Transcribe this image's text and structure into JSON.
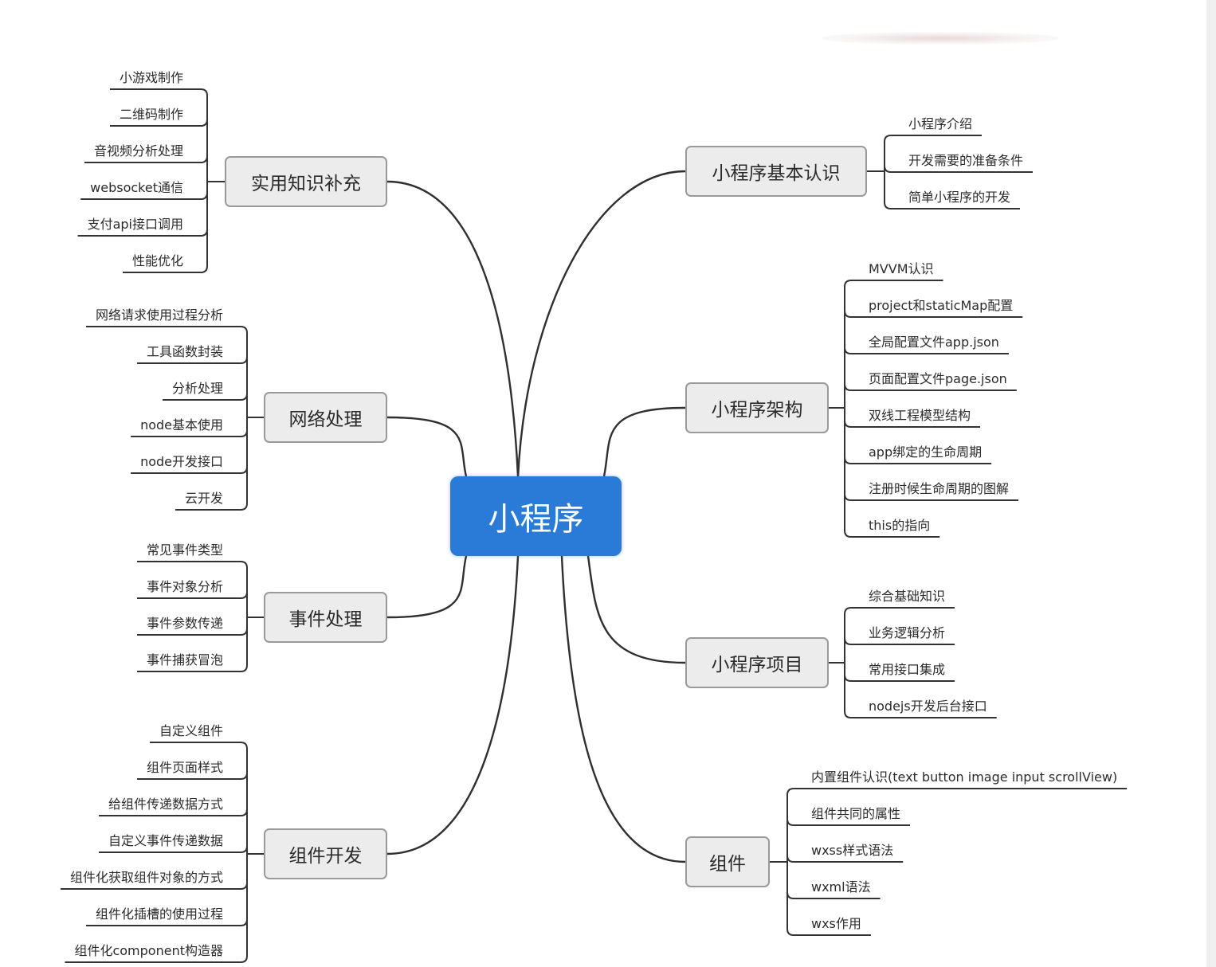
{
  "center": {
    "label": "小程序"
  },
  "branches": [
    {
      "id": "basic",
      "label": "小程序基本认识",
      "side": "right",
      "items": [
        "小程序介绍",
        "开发需要的准备条件",
        "简单小程序的开发"
      ]
    },
    {
      "id": "arch",
      "label": "小程序架构",
      "side": "right",
      "items": [
        "MVVM认识",
        "project和staticMap配置",
        "全局配置文件app.json",
        "页面配置文件page.json",
        "双线工程模型结构",
        "app绑定的生命周期",
        "注册时候生命周期的图解",
        "this的指向"
      ]
    },
    {
      "id": "project",
      "label": "小程序项目",
      "side": "right",
      "items": [
        "综合基础知识",
        "业务逻辑分析",
        "常用接口集成",
        "nodejs开发后台接口"
      ]
    },
    {
      "id": "component",
      "label": "组件",
      "side": "right",
      "items": [
        "内置组件认识(text button image input scrollView)",
        "组件共同的属性",
        "wxss样式语法",
        "wxml语法",
        "wxs作用"
      ]
    },
    {
      "id": "practical",
      "label": "实用知识补充",
      "side": "left",
      "items": [
        "小游戏制作",
        "二维码制作",
        "音视频分析处理",
        "websocket通信",
        "支付api接口调用",
        "性能优化"
      ]
    },
    {
      "id": "network",
      "label": "网络处理",
      "side": "left",
      "items": [
        "网络请求使用过程分析",
        "工具函数封装",
        "分析处理",
        "node基本使用",
        "node开发接口",
        "云开发"
      ]
    },
    {
      "id": "event",
      "label": "事件处理",
      "side": "left",
      "items": [
        "常见事件类型",
        "事件对象分析",
        "事件参数传递",
        "事件捕获冒泡"
      ]
    },
    {
      "id": "compdev",
      "label": "组件开发",
      "side": "left",
      "items": [
        "自定义组件",
        "组件页面样式",
        "给组件传递数据方式",
        "自定义事件传递数据",
        "组件化获取组件对象的方式",
        "组件化插槽的使用过程",
        "组件化component构造器"
      ]
    }
  ],
  "colors": {
    "center_fill": "#2a7ad8",
    "branch_fill": "#ececec",
    "branch_border": "#9a9a9a",
    "line": "#2f2f2f"
  }
}
